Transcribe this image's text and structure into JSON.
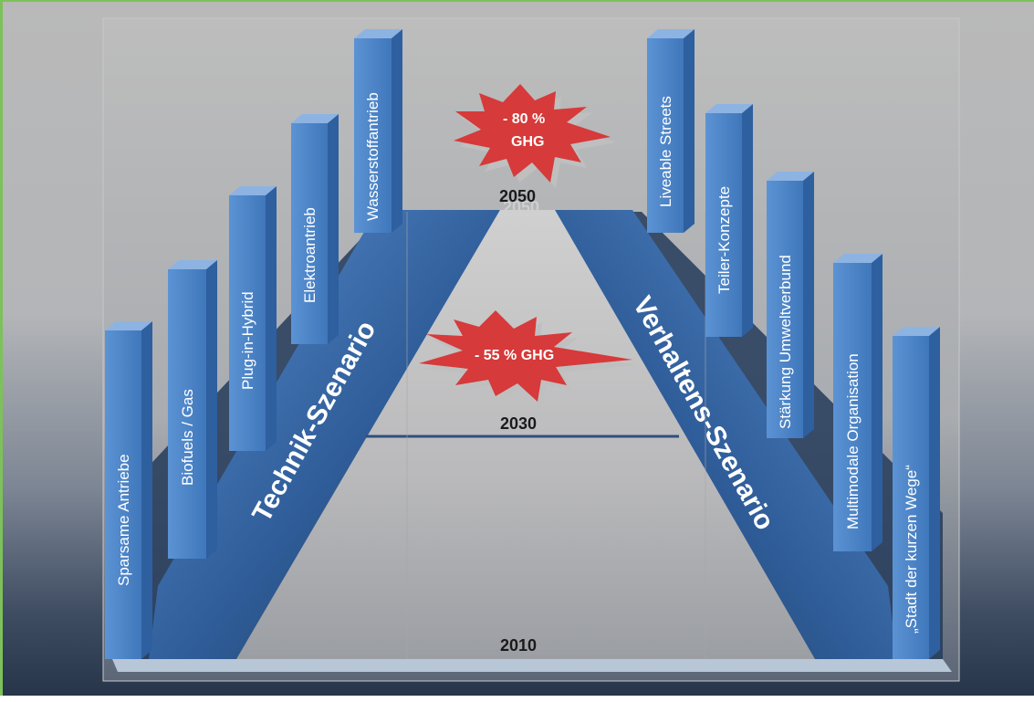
{
  "left_scenario": {
    "label": "Technik-Szenario",
    "measures": [
      "Sparsame Antriebe",
      "Biofuels / Gas",
      "Plug-in-Hybrid",
      "Elektroantrieb",
      "Wasserstoffantrieb"
    ]
  },
  "right_scenario": {
    "label": "Verhaltens-Szenario",
    "measures": [
      "Liveable Streets",
      "Teiler-Konzepte",
      "Stärkung Umweltverbund",
      "Multimodale Organisation",
      "„Stadt der kurzen Wege“"
    ]
  },
  "milestones": {
    "start_year": "2010",
    "mid_year": "2030",
    "end_year": "2050",
    "end_year_ghost": "2050"
  },
  "targets": {
    "mid_line1": "- 55 % GHG",
    "end_line1": "- 80 %",
    "end_line2": "GHG"
  },
  "colors": {
    "pillar_front": "#4f86c6",
    "pillar_side": "#3666a3",
    "pillar_top": "#7fa9dc",
    "burst": "#d63a3a",
    "band": "#4a7ec3"
  }
}
